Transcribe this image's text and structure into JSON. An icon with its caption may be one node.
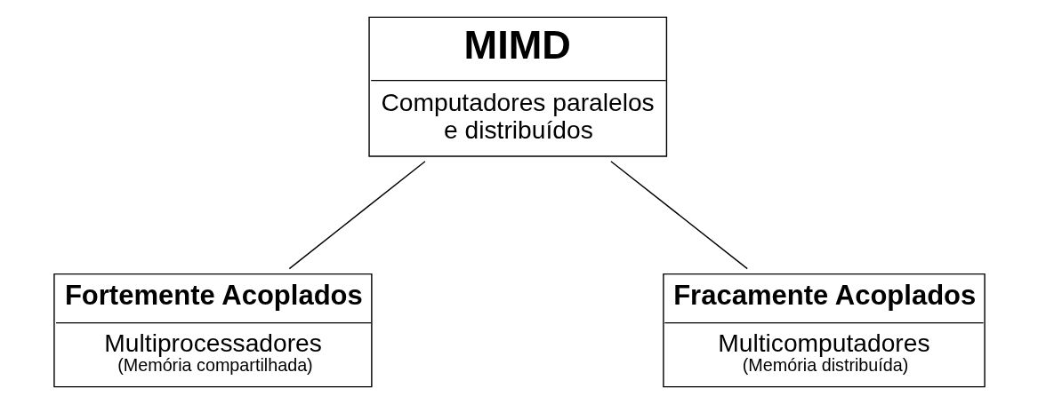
{
  "diagram": {
    "nodes": [
      {
        "text": [
          "MIMD",
          "Computadores paralelos e distribuídos"
        ]
      },
      {
        "text": [
          "Fortemente Acoplados",
          "Multiprocessadores",
          "(Memória compartilhada)"
        ]
      },
      {
        "text": [
          "Fracamente Acoplados",
          "Multicomputadores",
          "(Memória distribuída)"
        ]
      }
    ],
    "edges": [
      {
        "from": 0,
        "to": 1,
        "arrow": "none"
      },
      {
        "from": 0,
        "to": 2,
        "arrow": "none"
      }
    ]
  }
}
